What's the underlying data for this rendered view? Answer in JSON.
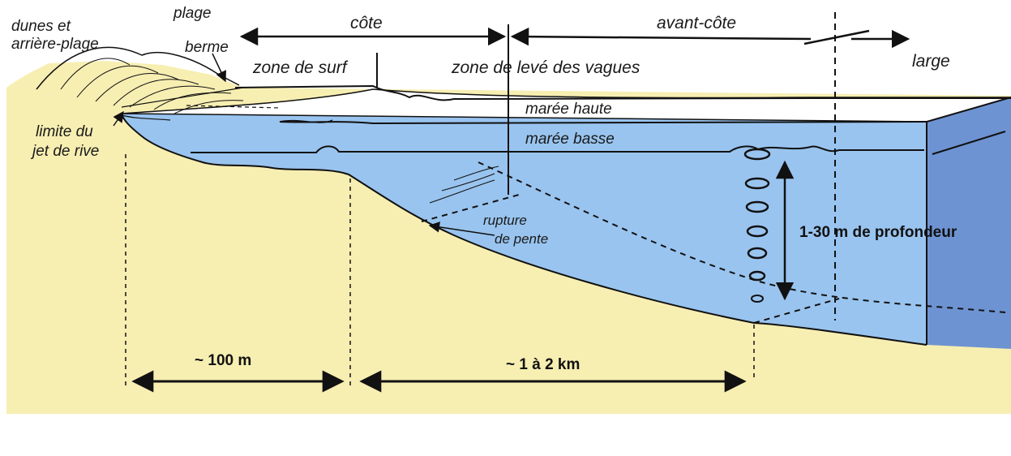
{
  "labels": {
    "dunes": [
      "dunes et",
      "arrière-plage"
    ],
    "plage": "plage",
    "berme": "berme",
    "cote": "côte",
    "avant_cote": "avant-côte",
    "zone_surf": "zone de surf",
    "zone_leve": "zone de levé des vagues",
    "large": "large",
    "maree_haute": "marée haute",
    "maree_basse": "marée basse",
    "limite_jet": [
      "limite du",
      "jet de rive"
    ],
    "rupture": [
      "rupture",
      "de pente"
    ],
    "profondeur": "1-30 m de profondeur",
    "dist_100m": "~ 100 m",
    "dist_km": "~ 1 à 2 km"
  },
  "colors": {
    "sand": "#f7eeb2",
    "water": "#99c4ef",
    "water_side": "#6e93d2",
    "surface": "#ffffff",
    "line": "#111111"
  }
}
